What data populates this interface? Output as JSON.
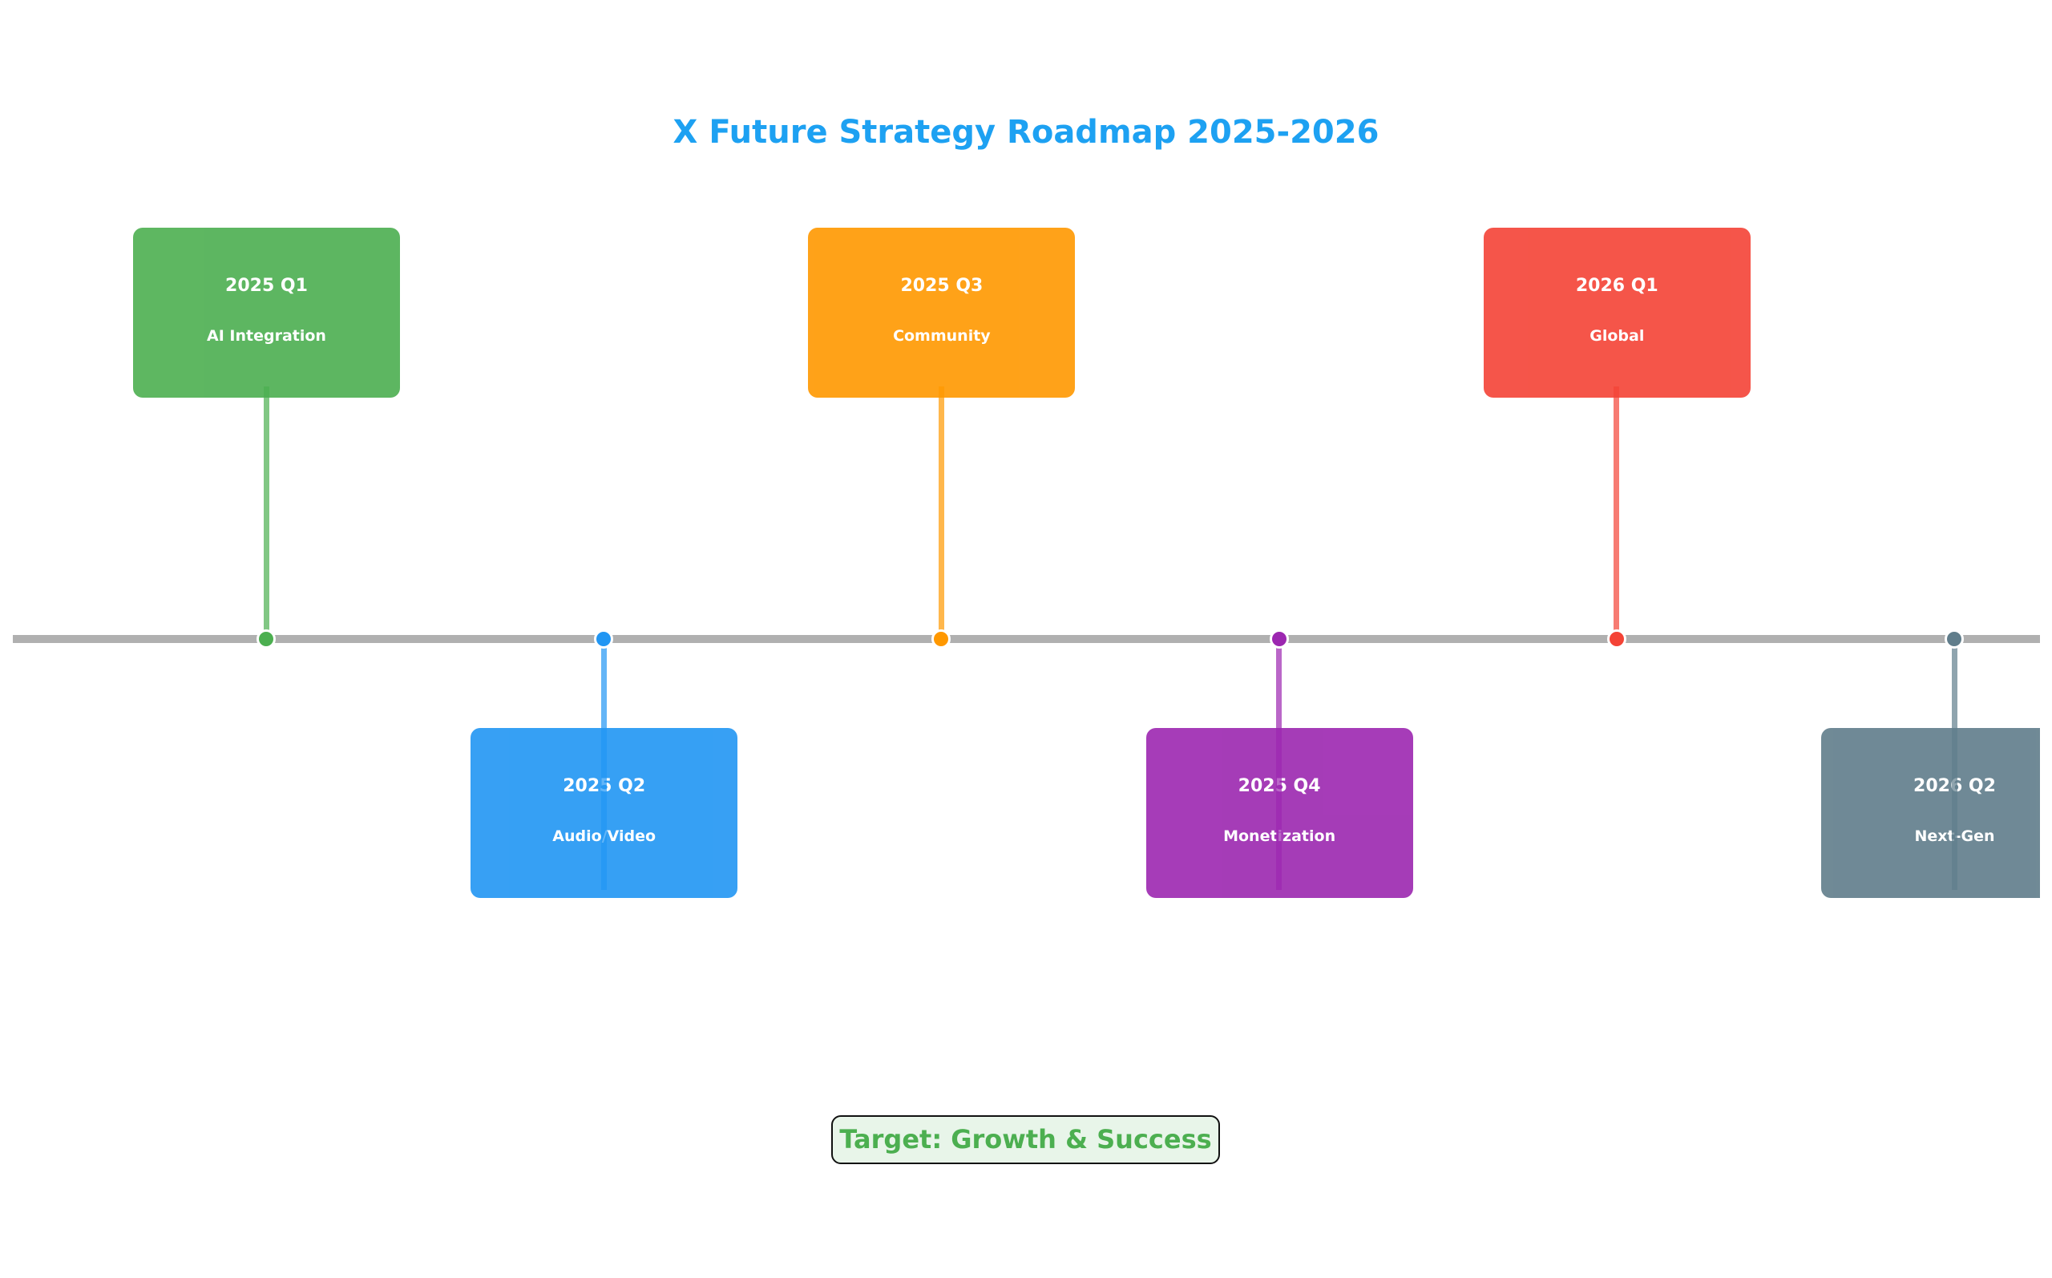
{
  "title": "X Future Strategy Roadmap 2025-2026",
  "title_color": "#1DA1F2",
  "milestones": [
    {
      "quarter": "2025 Q1",
      "label": "AI Integration",
      "color": "#4CAF50",
      "position": "above"
    },
    {
      "quarter": "2025 Q2",
      "label": "Audio/Video",
      "color": "#2196F3",
      "position": "below"
    },
    {
      "quarter": "2025 Q3",
      "label": "Community",
      "color": "#FF9800",
      "position": "above"
    },
    {
      "quarter": "2025 Q4",
      "label": "Monetization",
      "color": "#9C27B0",
      "position": "below"
    },
    {
      "quarter": "2026 Q1",
      "label": "Global",
      "color": "#F44336",
      "position": "above"
    },
    {
      "quarter": "2026 Q2",
      "label": "Next-Gen",
      "color": "#607D8B",
      "position": "below"
    }
  ],
  "target": "Target: Growth & Success"
}
